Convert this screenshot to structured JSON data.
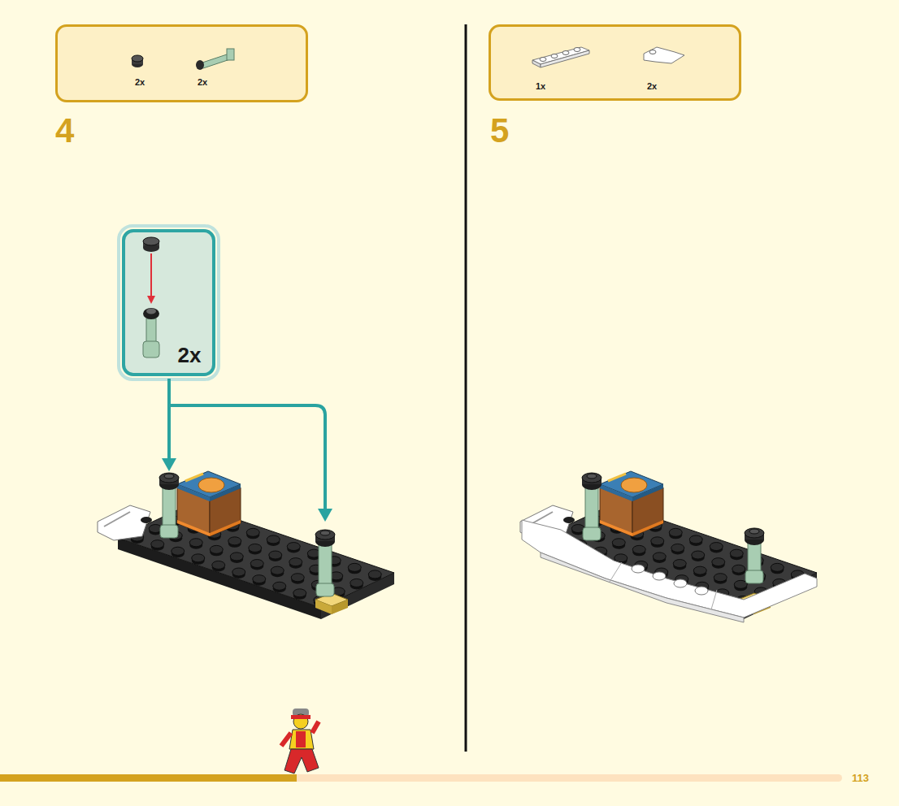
{
  "diagram": {
    "nodes": [
      {
        "text": [
          "2x",
          "2x"
        ]
      },
      {
        "text": [
          "2x"
        ]
      },
      {
        "text": [
          "1x",
          "2x"
        ]
      }
    ],
    "labels": [
      "4",
      "5",
      "113"
    ]
  }
}
